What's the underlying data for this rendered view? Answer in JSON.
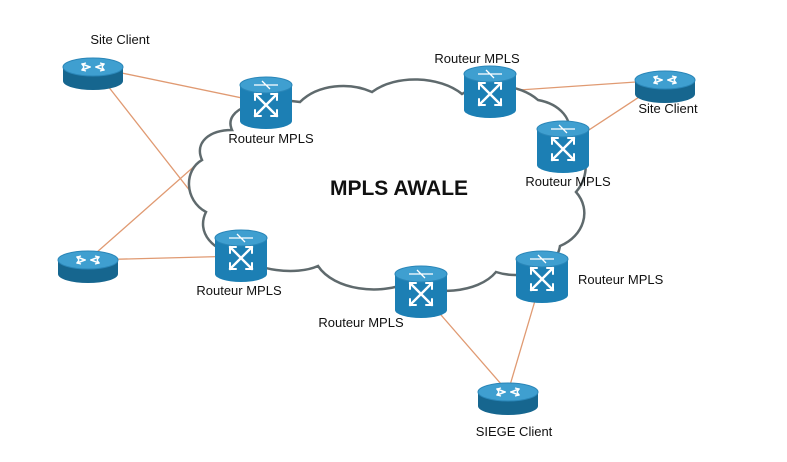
{
  "title": "MPLS AWALE",
  "colors": {
    "cloud_stroke": "#5f6a6d",
    "link": "#e09a72",
    "device_body": "#1c7fb4",
    "device_top": "#3f9fd0",
    "device_side": "#16668f",
    "arrow": "#ffffff"
  },
  "nodes": [
    {
      "id": "client-top-left",
      "kind": "client-router",
      "icon": "router-icon",
      "label": "Site Client"
    },
    {
      "id": "client-left",
      "kind": "client-router",
      "icon": "router-icon",
      "label": ""
    },
    {
      "id": "client-right",
      "kind": "client-router",
      "icon": "router-icon",
      "label": "Site Client"
    },
    {
      "id": "client-siege",
      "kind": "client-router",
      "icon": "router-icon",
      "label": "SIEGE Client"
    },
    {
      "id": "mpls-top-left",
      "kind": "mpls-switch",
      "icon": "mpls-switch-icon",
      "label": "Routeur MPLS"
    },
    {
      "id": "mpls-top",
      "kind": "mpls-switch",
      "icon": "mpls-switch-icon",
      "label": "Routeur MPLS"
    },
    {
      "id": "mpls-right",
      "kind": "mpls-switch",
      "icon": "mpls-switch-icon",
      "label": "Routeur MPLS"
    },
    {
      "id": "mpls-left",
      "kind": "mpls-switch",
      "icon": "mpls-switch-icon",
      "label": "Routeur MPLS"
    },
    {
      "id": "mpls-bottom",
      "kind": "mpls-switch",
      "icon": "mpls-switch-icon",
      "label": "Routeur MPLS"
    },
    {
      "id": "mpls-bottom-right",
      "kind": "mpls-switch",
      "icon": "mpls-switch-icon",
      "label": "Routeur MPLS"
    }
  ],
  "links": [
    {
      "from": "client-top-left",
      "to": "mpls-top-left"
    },
    {
      "from": "client-top-left",
      "to": "mpls-left"
    },
    {
      "from": "client-left",
      "to": "mpls-top-left"
    },
    {
      "from": "client-left",
      "to": "mpls-left"
    },
    {
      "from": "client-right",
      "to": "mpls-top"
    },
    {
      "from": "client-right",
      "to": "mpls-right"
    },
    {
      "from": "client-siege",
      "to": "mpls-bottom"
    },
    {
      "from": "client-siege",
      "to": "mpls-bottom-right"
    }
  ]
}
